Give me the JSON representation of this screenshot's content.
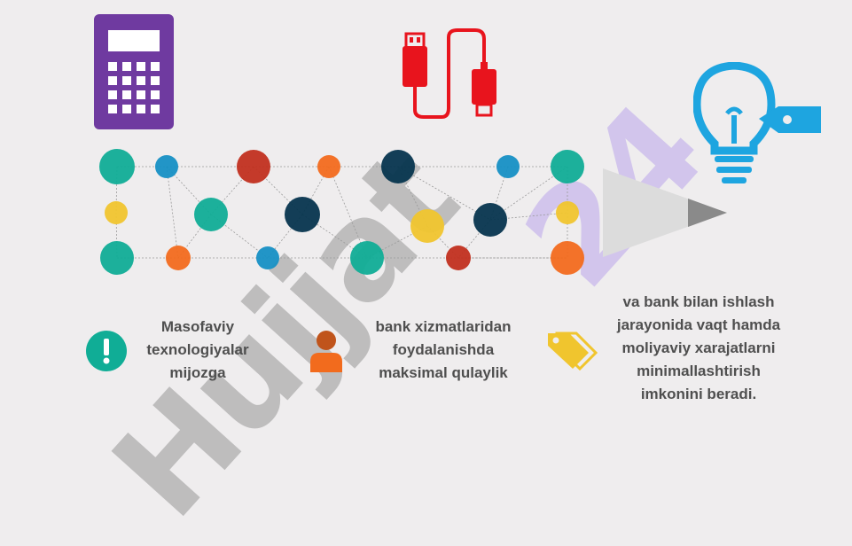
{
  "watermark": {
    "brand": "Hujjat",
    "number": "24"
  },
  "captions": {
    "first": "Masofaviy\ntexnologiyalar\nmijozga",
    "second": "bank xizmatlaridan\nfoydalanishda\nmaksimal qulaylik",
    "third": "va bank bilan ishlash\njarayonida vaqt hamda\nmoliyaviy xarajatlarni\nminimallashtirish\nimkonini beradi."
  },
  "colors": {
    "calculator": "#6f3aa0",
    "cable": "#e8141d",
    "bulb": "#1ea5e0",
    "teal": "#10ad96",
    "blue": "#1690c4",
    "red": "#c1301f",
    "orange": "#f26b1d",
    "navy": "#06354e",
    "yellow": "#f0c52e",
    "text": "#4f4f4f"
  },
  "icons": [
    "calculator-icon",
    "usb-cable-icon",
    "light-bulb-icon",
    "pencil-icon",
    "exclamation-icon",
    "person-icon",
    "price-tags-icon"
  ]
}
